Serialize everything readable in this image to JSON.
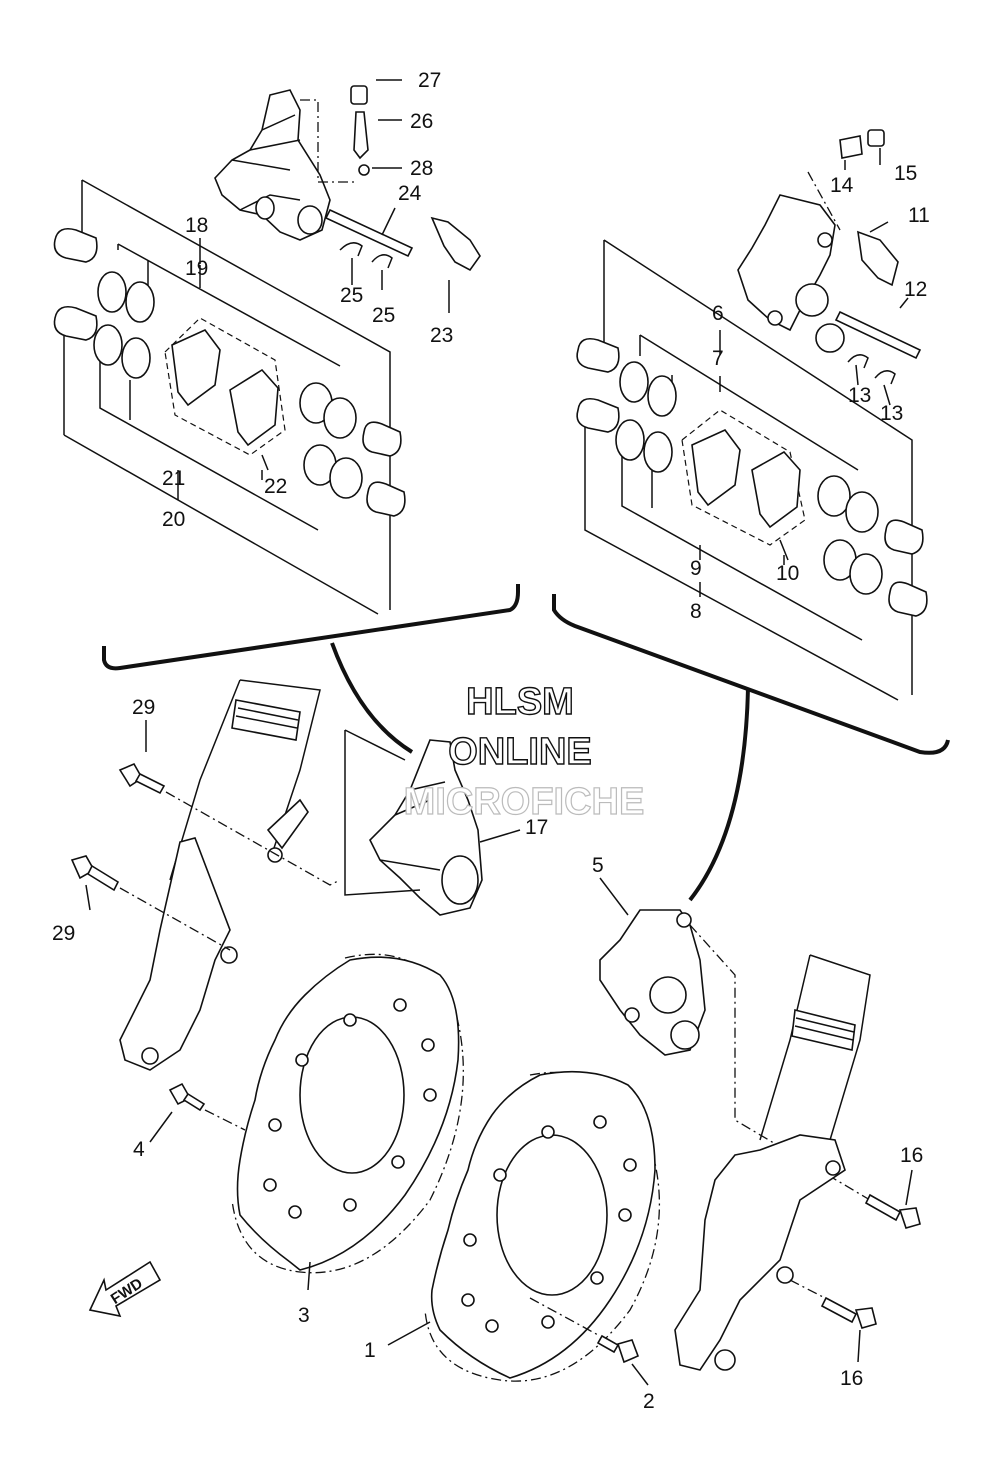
{
  "watermark": {
    "line1": "HLSM",
    "line2": "ONLINE",
    "line3": "MICROFICHE"
  },
  "direction_label": "FWD",
  "callouts": {
    "c1": "1",
    "c2": "2",
    "c3": "3",
    "c4": "4",
    "c5": "5",
    "c6": "6",
    "c7": "7",
    "c8": "8",
    "c9": "9",
    "c10": "10",
    "c11": "11",
    "c12": "12",
    "c13a": "13",
    "c13b": "13",
    "c14": "14",
    "c15": "15",
    "c16a": "16",
    "c16b": "16",
    "c17": "17",
    "c18": "18",
    "c19": "19",
    "c20": "20",
    "c21": "21",
    "c22": "22",
    "c23": "23",
    "c24": "24",
    "c25a": "25",
    "c25b": "25",
    "c26": "26",
    "c27": "27",
    "c28": "28",
    "c29a": "29",
    "c29b": "29"
  }
}
